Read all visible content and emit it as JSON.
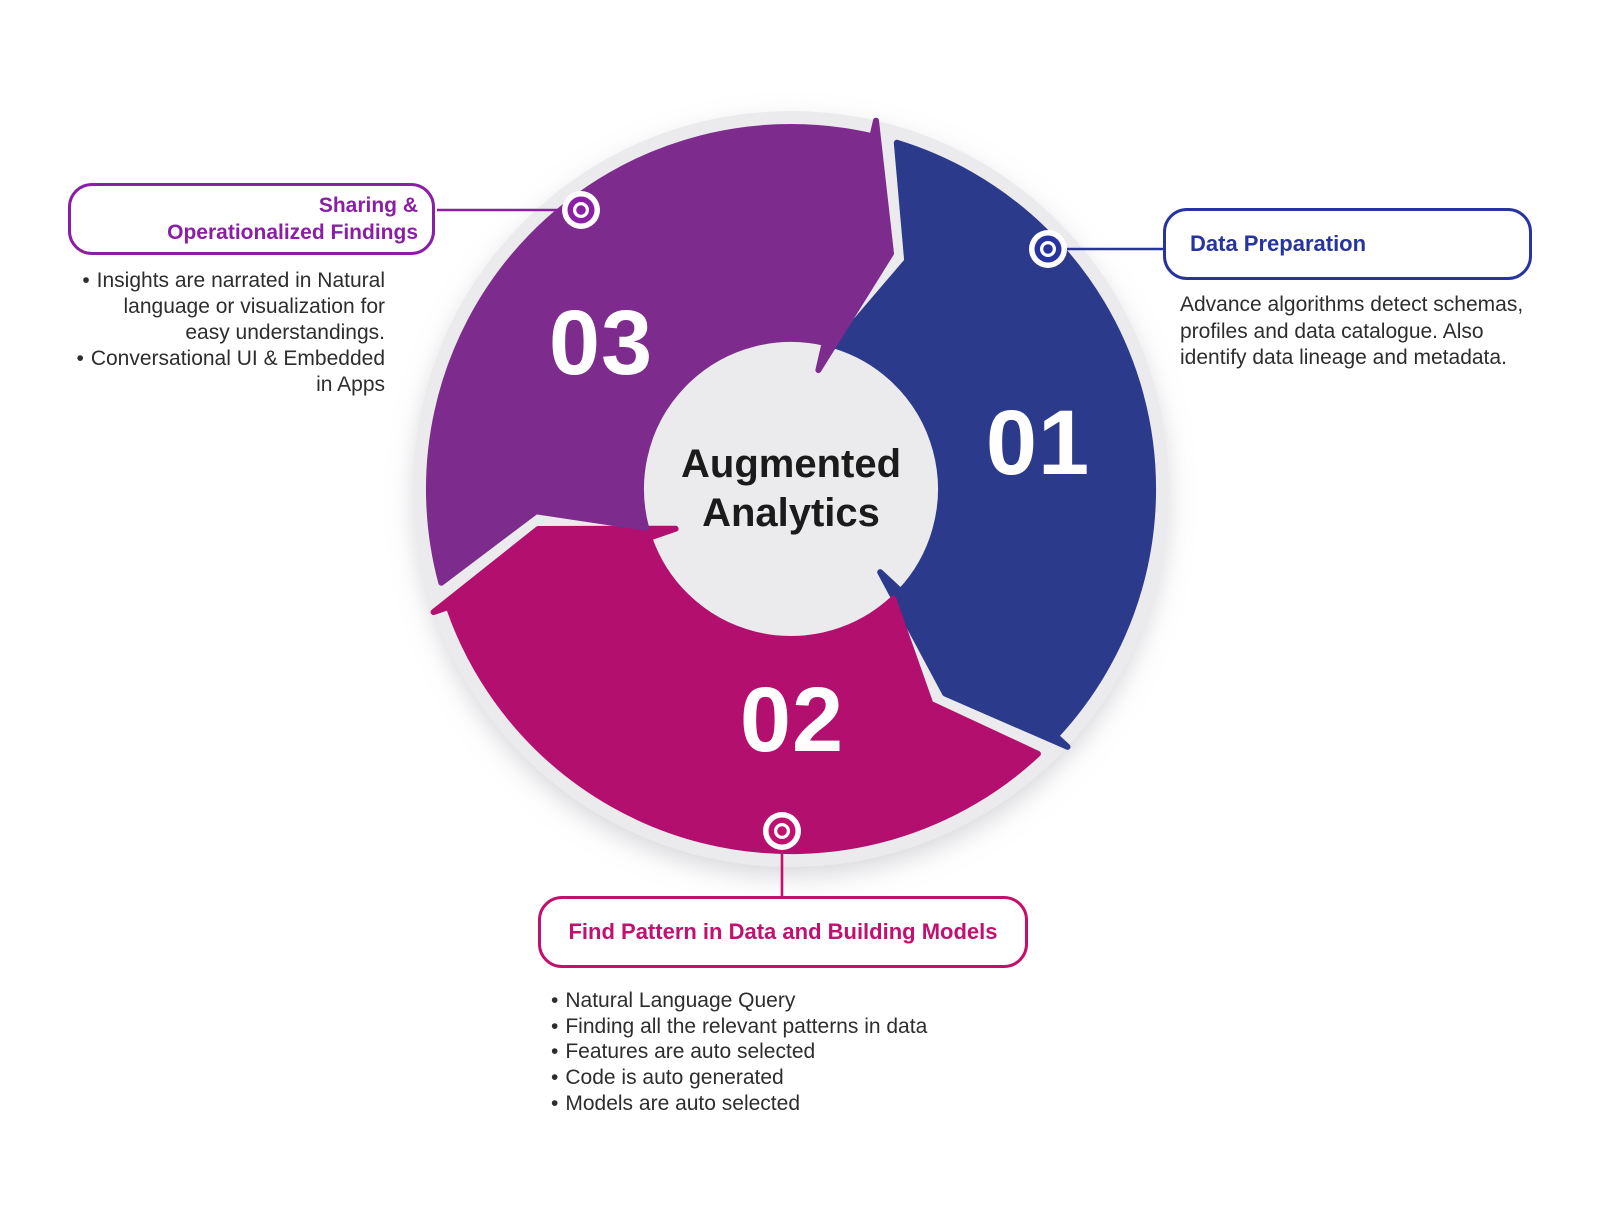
{
  "colors": {
    "blue": "#2c3a8c",
    "magenta": "#b30f6f",
    "purple": "#7d2b8c",
    "blue_accent": "#27349e",
    "magenta_accent": "#c2106f",
    "purple_accent": "#8a1fa5",
    "disc": "#ebebed",
    "body_text": "#2d2d2d",
    "center_text": "#1b1b1b",
    "number_text": "#ffffff"
  },
  "bullet_char": "•",
  "center": {
    "line1": "Augmented",
    "line2": "Analytics"
  },
  "steps": {
    "one": {
      "number": "01",
      "title": "Data Preparation",
      "description": "Advance algorithms detect schemas, profiles and data catalogue. Also identify data lineage and metadata."
    },
    "two": {
      "number": "02",
      "title": "Find Pattern in Data and Building Models",
      "bullets": [
        "Natural Language Query",
        "Finding all the relevant patterns in data",
        "Features are auto selected",
        "Code is auto generated",
        "Models are auto selected"
      ]
    },
    "three": {
      "number": "03",
      "title_line1": "Sharing &",
      "title_line2": "Operationalized Findings",
      "bullets": [
        "Insights are narrated in Natural language or visualization for easy understandings.",
        "Conversational UI & Embedded in Apps"
      ]
    }
  }
}
